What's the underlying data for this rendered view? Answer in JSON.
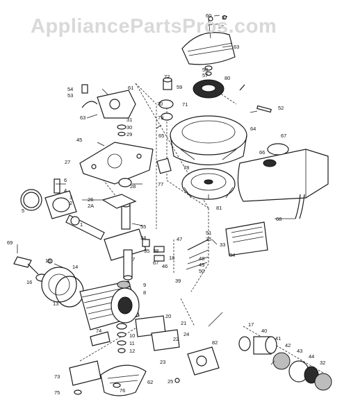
{
  "watermark": "AppliancePartsPros.com",
  "labels": [
    {
      "id": "60",
      "text": "60"
    },
    {
      "id": "37",
      "text": "37"
    },
    {
      "id": "36",
      "text": "36"
    },
    {
      "id": "63",
      "text": "63"
    },
    {
      "id": "58",
      "text": "58"
    },
    {
      "id": "57",
      "text": "57"
    },
    {
      "id": "80",
      "text": "80"
    },
    {
      "id": "72",
      "text": "72"
    },
    {
      "id": "59",
      "text": "59"
    },
    {
      "id": "54",
      "text": "54"
    },
    {
      "id": "53",
      "text": "53"
    },
    {
      "id": "61",
      "text": "61"
    },
    {
      "id": "70",
      "text": "70"
    },
    {
      "id": "71",
      "text": "71"
    },
    {
      "id": "52",
      "text": "52"
    },
    {
      "id": "63b",
      "text": "63"
    },
    {
      "id": "31",
      "text": "31"
    },
    {
      "id": "30",
      "text": "30"
    },
    {
      "id": "29",
      "text": "29"
    },
    {
      "id": "79",
      "text": "79"
    },
    {
      "id": "64",
      "text": "64"
    },
    {
      "id": "45",
      "text": "45"
    },
    {
      "id": "65",
      "text": "65"
    },
    {
      "id": "67",
      "text": "67"
    },
    {
      "id": "66",
      "text": "66"
    },
    {
      "id": "27",
      "text": "27"
    },
    {
      "id": "78",
      "text": "78"
    },
    {
      "id": "77",
      "text": "77"
    },
    {
      "id": "6",
      "text": "6"
    },
    {
      "id": "28",
      "text": "28"
    },
    {
      "id": "4",
      "text": "4"
    },
    {
      "id": "3",
      "text": "3"
    },
    {
      "id": "2",
      "text": "2"
    },
    {
      "id": "26",
      "text": "26"
    },
    {
      "id": "2A",
      "text": "2A"
    },
    {
      "id": "5",
      "text": "5"
    },
    {
      "id": "81",
      "text": "81"
    },
    {
      "id": "1",
      "text": "1"
    },
    {
      "id": "55",
      "text": "55"
    },
    {
      "id": "68",
      "text": "68"
    },
    {
      "id": "51",
      "text": "51"
    },
    {
      "id": "47",
      "text": "47"
    },
    {
      "id": "35",
      "text": "35"
    },
    {
      "id": "34",
      "text": "34"
    },
    {
      "id": "33",
      "text": "33"
    },
    {
      "id": "69",
      "text": "69"
    },
    {
      "id": "38",
      "text": "38"
    },
    {
      "id": "35b",
      "text": "35"
    },
    {
      "id": "84",
      "text": "84"
    },
    {
      "id": "67b",
      "text": "67"
    },
    {
      "id": "48",
      "text": "48"
    },
    {
      "id": "15",
      "text": "15"
    },
    {
      "id": "14",
      "text": "14"
    },
    {
      "id": "46",
      "text": "46"
    },
    {
      "id": "49",
      "text": "49"
    },
    {
      "id": "50",
      "text": "50"
    },
    {
      "id": "16",
      "text": "16"
    },
    {
      "id": "39",
      "text": "39"
    },
    {
      "id": "9",
      "text": "9"
    },
    {
      "id": "8",
      "text": "8"
    },
    {
      "id": "13",
      "text": "13"
    },
    {
      "id": "20",
      "text": "20"
    },
    {
      "id": "21",
      "text": "21"
    },
    {
      "id": "17",
      "text": "17"
    },
    {
      "id": "74",
      "text": "74"
    },
    {
      "id": "40",
      "text": "40"
    },
    {
      "id": "10",
      "text": "10"
    },
    {
      "id": "11",
      "text": "11"
    },
    {
      "id": "24",
      "text": "24"
    },
    {
      "id": "41",
      "text": "41"
    },
    {
      "id": "22",
      "text": "22"
    },
    {
      "id": "12",
      "text": "12"
    },
    {
      "id": "82",
      "text": "82"
    },
    {
      "id": "42",
      "text": "42"
    },
    {
      "id": "43",
      "text": "43"
    },
    {
      "id": "23",
      "text": "23"
    },
    {
      "id": "44",
      "text": "44"
    },
    {
      "id": "32",
      "text": "32"
    },
    {
      "id": "73",
      "text": "73"
    },
    {
      "id": "62",
      "text": "62"
    },
    {
      "id": "25",
      "text": "25"
    },
    {
      "id": "75",
      "text": "75"
    },
    {
      "id": "76",
      "text": "76"
    },
    {
      "id": "7",
      "text": "7"
    },
    {
      "id": "18",
      "text": "18"
    }
  ]
}
